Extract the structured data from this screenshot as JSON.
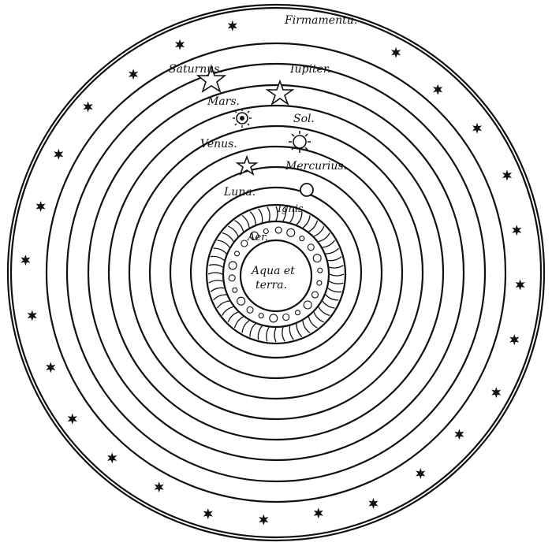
{
  "labels": {
    "firmamentum": "Firmamentū.",
    "saturnus": "Saturnus.",
    "iupiter": "Iupiter.",
    "mars": "Mars.",
    "sol": "Sol.",
    "venus": "Venus.",
    "mercurius": "Mercurius.",
    "luna": "Luna.",
    "ignis": "Ignis.",
    "aer": "Aer.",
    "aqua": "Aqua et",
    "terra": "terra."
  },
  "icons": [
    "fixed-star-icon",
    "saturn-star-icon",
    "jupiter-star-icon",
    "mars-icon",
    "sun-icon",
    "venus-star-icon",
    "moon-icon"
  ],
  "colors": {
    "ink": "#111111",
    "paper": "#ffffff"
  }
}
